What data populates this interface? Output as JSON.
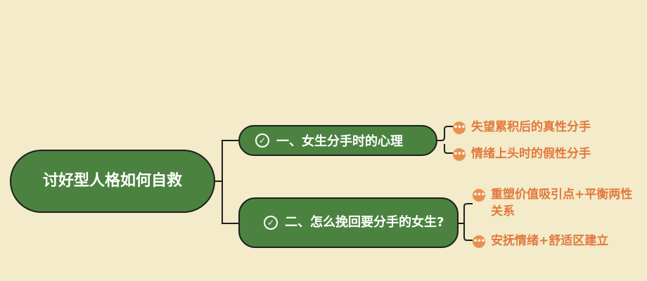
{
  "root": {
    "label": "讨好型人格如何自救"
  },
  "branches": [
    {
      "label": "一、女生分手时的心理",
      "check_icon": "check-circle-icon",
      "leaves": [
        {
          "label": "失望累积后的真性分手",
          "icon": "ellipsis-icon"
        },
        {
          "label": "情绪上头时的假性分手",
          "icon": "ellipsis-icon"
        }
      ]
    },
    {
      "label": "二、怎么挽回要分手的女生?",
      "check_icon": "check-circle-icon",
      "leaves": [
        {
          "label": "重塑价值吸引点+平衡两性关系",
          "icon": "ellipsis-icon"
        },
        {
          "label": "安抚情绪+舒适区建立",
          "icon": "ellipsis-icon"
        }
      ]
    }
  ],
  "colors": {
    "background": "#f3ebc9",
    "node_fill": "#4b8240",
    "node_border": "#1f1f1f",
    "leaf_text": "#e2793d",
    "leaf_icon": "#e9924f"
  }
}
